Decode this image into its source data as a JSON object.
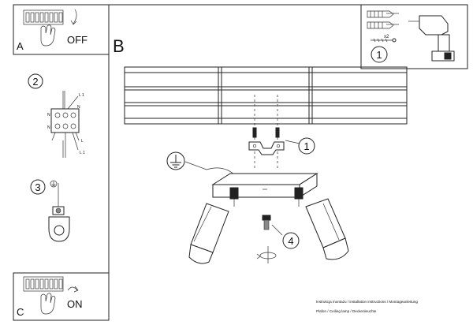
{
  "panels": {
    "a": {
      "letter": "A",
      "action": "OFF"
    },
    "c": {
      "letter": "C",
      "action": "ON"
    },
    "b": {
      "letter": "B"
    }
  },
  "steps": {
    "drill": "1",
    "wiring": "2",
    "ground": "3",
    "bracket": "1",
    "screw": "4"
  },
  "anchor_count": "x2",
  "terminal_labels": {
    "n_left_top": "N",
    "n_left_bottom": "N",
    "l1": "L 1",
    "n_right": "N",
    "l_right": "L",
    "l_right_bottom": "L 1"
  },
  "footer": {
    "line1": "Instrukcja montażu / installation instructions / Montageanleitung",
    "line2": "Plafon / Ceiling lamp / Deckenleuchte"
  },
  "icons": [
    "light-switch-icon",
    "hand-icon",
    "curved-arrow-icon",
    "drill-icon",
    "wall-anchor-icon",
    "ground-symbol-icon",
    "rotation-arrow-icon",
    "spotlight-icon"
  ]
}
